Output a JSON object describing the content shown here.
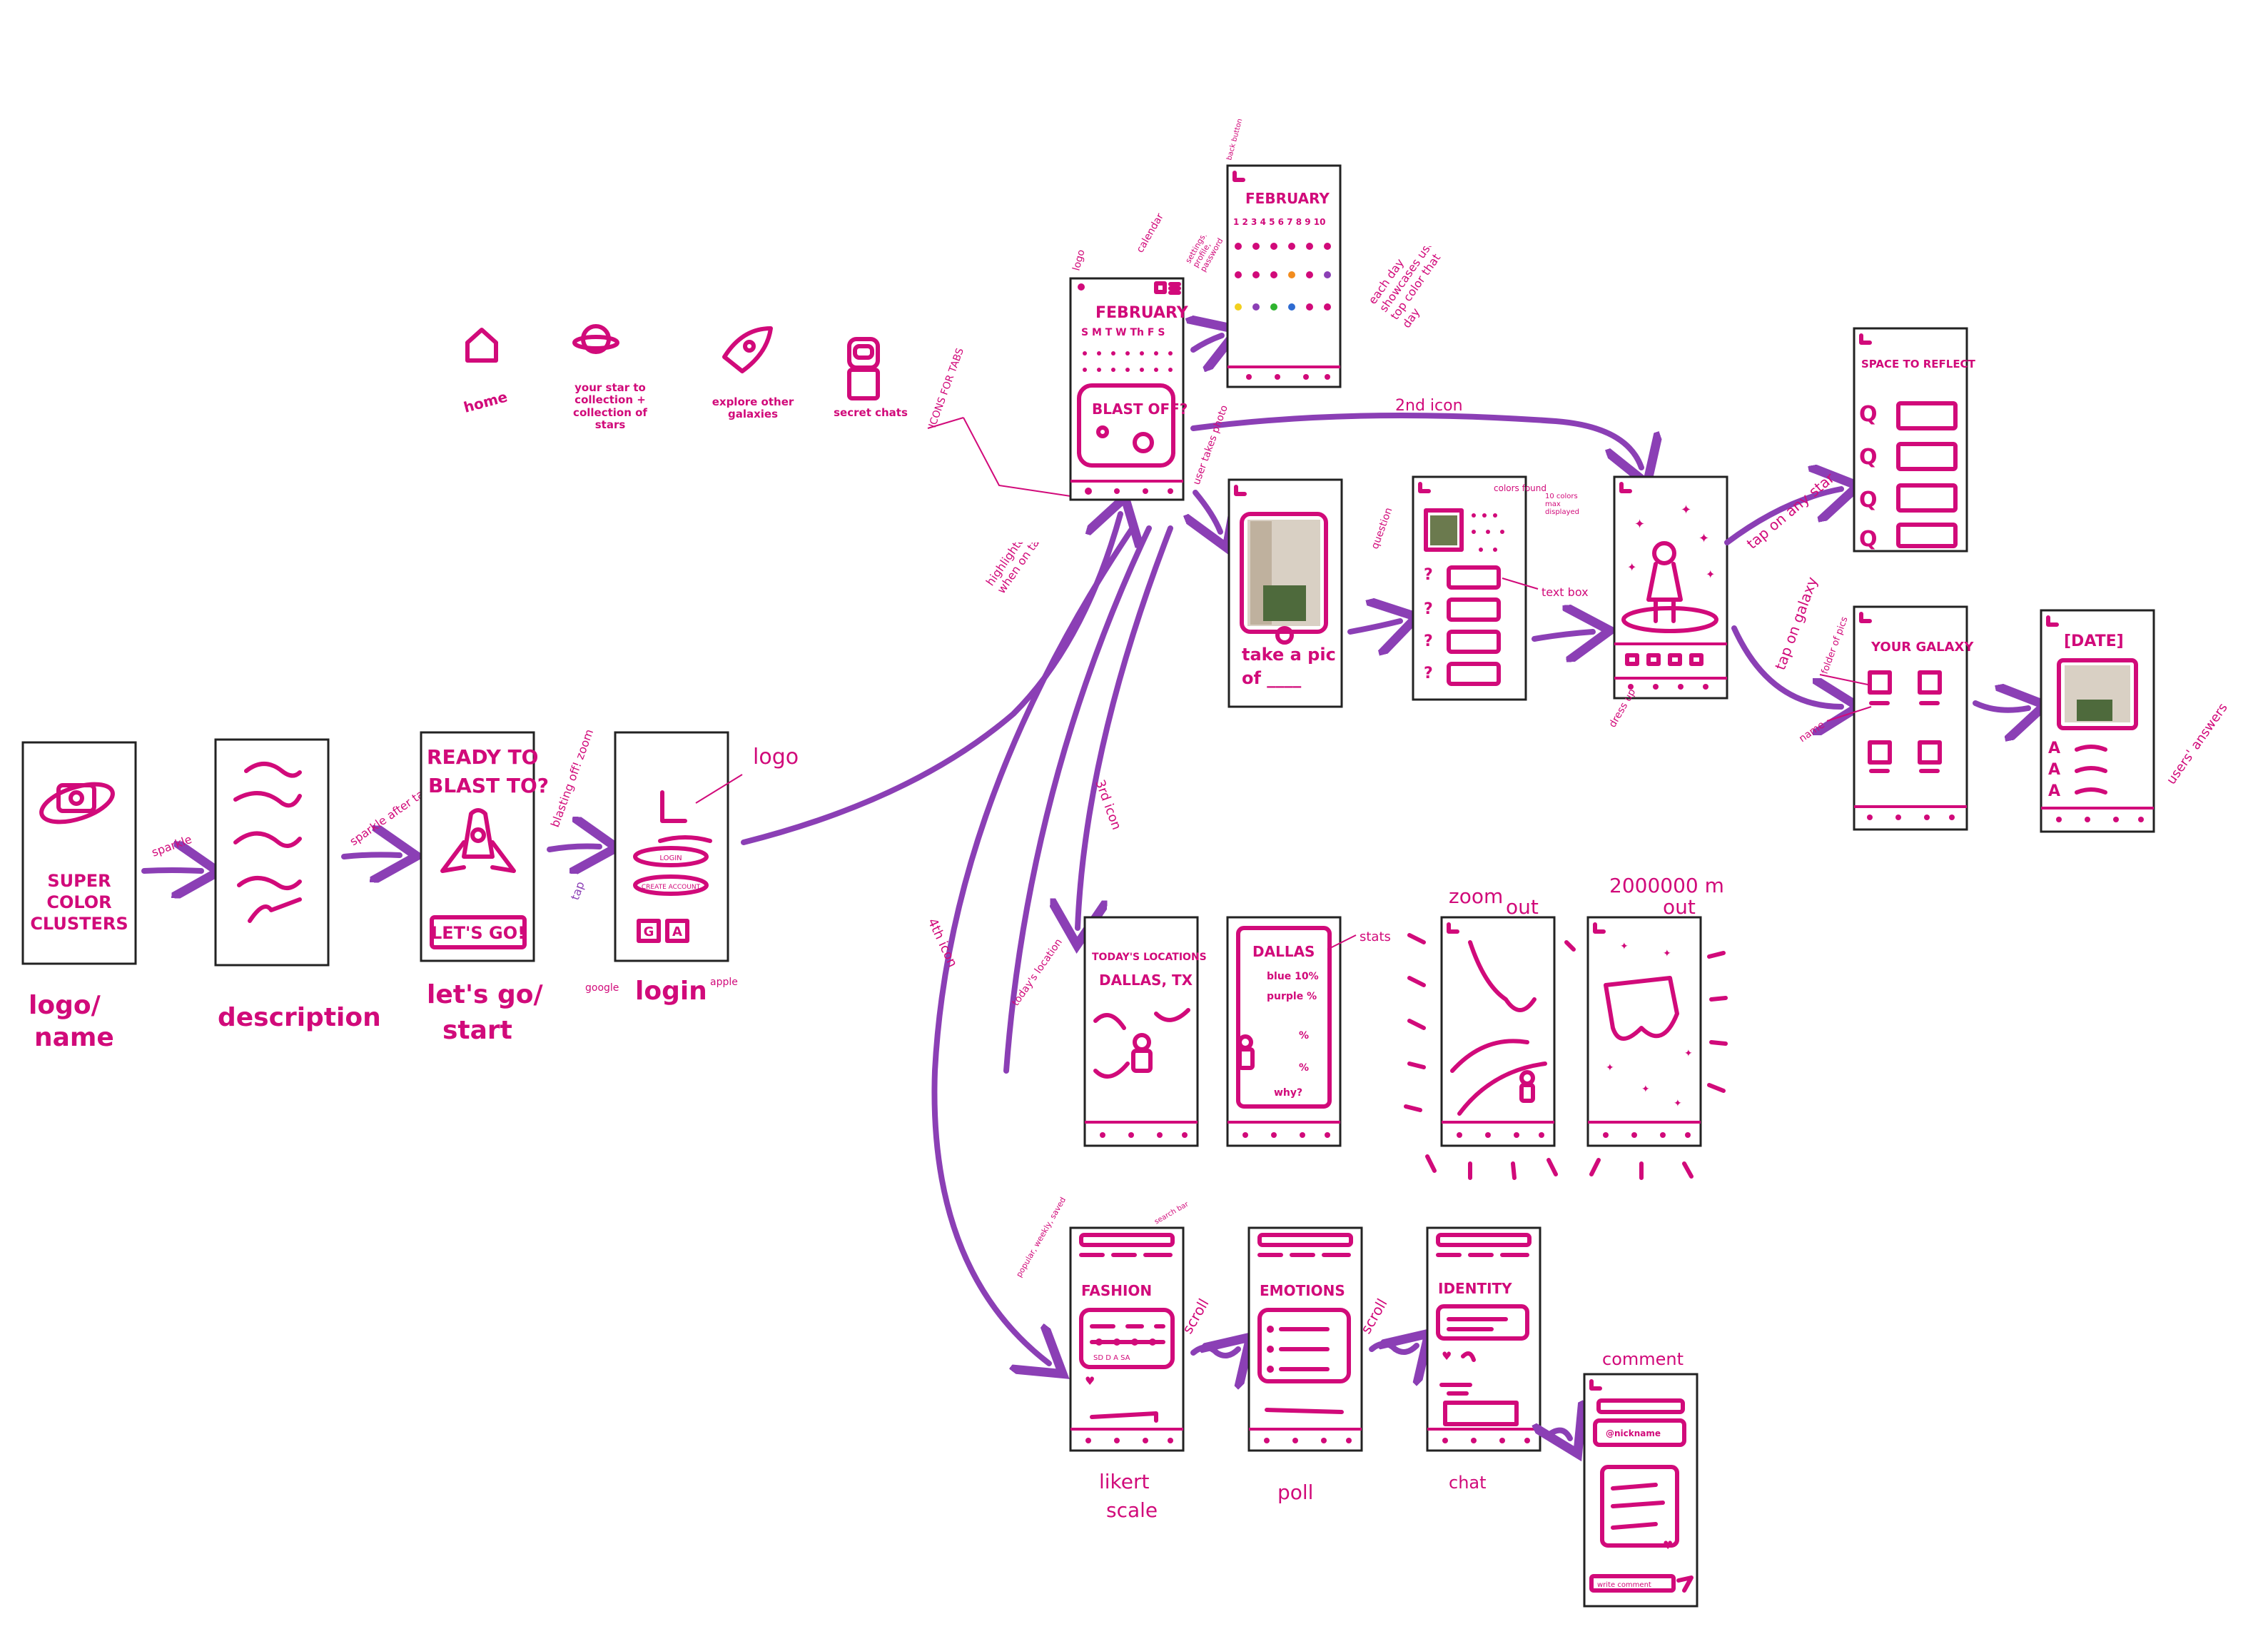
{
  "colors": {
    "ink": "#d10a7a",
    "arrow": "#8b3fb5",
    "frame": "#222222"
  },
  "screens": {
    "logo_screen": {
      "title": "SUPER COLOR CLUSTERS",
      "line1": "SUPER",
      "line2": "COLOR",
      "line3": "CLUSTERS",
      "caption1": "logo/",
      "caption2": "name"
    },
    "description": {
      "caption": "description"
    },
    "start": {
      "heading1": "READY TO",
      "heading2": "BLAST TO?",
      "button": "LET'S GO!",
      "caption1": "let's go/",
      "caption2": "start"
    },
    "login": {
      "field1": "LOGIN",
      "field2": "CREATE ACCOUNT",
      "btn_google": "G",
      "btn_apple": "A",
      "caption": "login",
      "note_logo": "logo",
      "note_google": "google",
      "note_apple": "apple"
    },
    "home": {
      "month": "FEBRUARY",
      "weekdays": "S M T W Th F S",
      "blast": "BLAST OFF?",
      "note_logo": "logo",
      "note_calendar": "calendar",
      "note_settings": "settings, profile, password",
      "note_icons": "ICONS FOR TABS",
      "note_highlight": "highlighted when on tab"
    },
    "calendar": {
      "month": "FEBRUARY",
      "dates": "1 2 3 4 5 6 7 8 9 10",
      "note_back": "back button",
      "note_each": "each day showcases users' top color that day"
    },
    "photo": {
      "caption1": "take a pic",
      "caption2": "of ____",
      "note": "user takes photo"
    },
    "questions": {
      "note_colors": "colors found",
      "note_ten": "10 colors max displayed",
      "note_question": "question",
      "note_textbox": "text box"
    },
    "dressup": {
      "note": "dress up",
      "note_tap_star": "tap on any star",
      "note_tap_galaxy": "tap on galaxy"
    },
    "reflect": {
      "title": "SPACE TO REFLECT",
      "q": "Q"
    },
    "galaxy": {
      "title": "YOUR GALAXY",
      "note_folder": "folder of pics",
      "note_name": "name"
    },
    "date_screen": {
      "title": "[DATE]",
      "a": "A",
      "note": "users' answers"
    },
    "location": {
      "title": "TODAY'S LOCATIONS",
      "city": "DALLAS, TX",
      "note": "today's location"
    },
    "stats": {
      "city": "DALLAS",
      "row1": "blue 10%",
      "row2": "purple %",
      "row3": "%",
      "row4": "%",
      "why": "why?",
      "note": "stats"
    },
    "zoom": {
      "label1": "zoom",
      "label2": "out",
      "label3": "2000000 m",
      "label4": "out"
    },
    "fashion": {
      "title": "FASHION",
      "labels": "SD D A SA",
      "caption1": "likert",
      "caption2": "scale",
      "note": "popular, weekly, saved",
      "note_search": "search bar"
    },
    "emotions": {
      "title": "EMOTIONS",
      "caption": "poll"
    },
    "identity": {
      "title": "IDENTITY",
      "caption": "chat"
    },
    "comment": {
      "title": "comment",
      "nickname": "@nickname",
      "input": "write comment"
    }
  },
  "tab_icons": [
    {
      "label": "home"
    },
    {
      "label": "your star to collection + collection of stars"
    },
    {
      "label": "explore other galaxies"
    },
    {
      "label": "secret chats"
    }
  ],
  "arrows": {
    "a1": "sparkle",
    "a2": "sparkle after tap",
    "a3": "blasting off! zoom",
    "a3b": "tap",
    "icon2": "2nd icon",
    "icon3": "3rd icon",
    "icon4": "4th icon",
    "scroll1": "scroll",
    "scroll2": "scroll",
    "logo_label": "logo"
  }
}
